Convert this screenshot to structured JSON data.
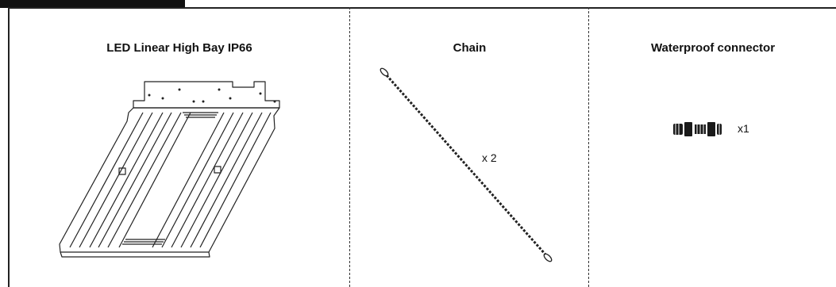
{
  "panels": [
    {
      "title": "LED Linear High Bay IP66",
      "image": "led-linear-high-bay-drawing"
    },
    {
      "title": "Chain",
      "quantity": "x 2",
      "image": "chain-drawing"
    },
    {
      "title": "Waterproof connector",
      "quantity": "x1",
      "image": "waterproof-connector-drawing"
    }
  ]
}
